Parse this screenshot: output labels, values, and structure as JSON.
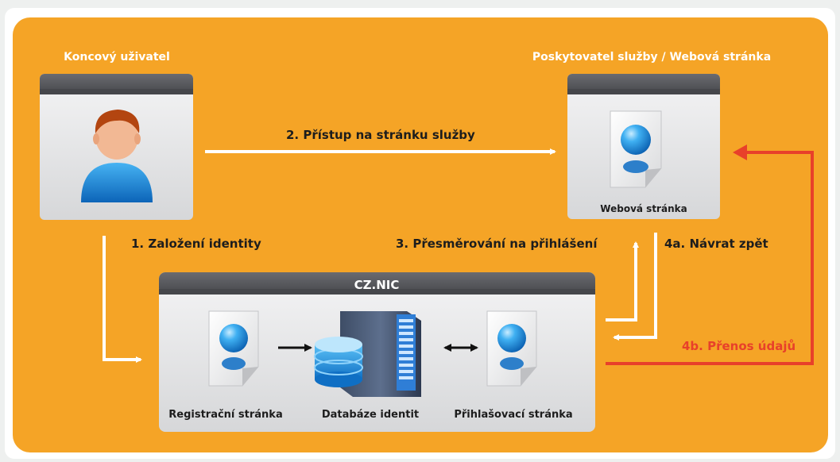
{
  "actors": {
    "end_user": "Koncový uživatel",
    "provider": "Poskytovatel služby / Webová stránka"
  },
  "provider_page_label": "Webová stránka",
  "cznic": {
    "title": "CZ.NIC",
    "registration_page": "Registrační stránka",
    "identity_db": "Databáze identit",
    "login_page": "Přihlašovací stránka"
  },
  "steps": {
    "step1": "1. Založení identity",
    "step2": "2. Přístup na stránku služby",
    "step3": "3. Přesměrování na přihlášení",
    "step4a": "4a. Návrat zpět",
    "step4b": "4b. Přenos údajů"
  },
  "colors": {
    "panel_orange": "#f5a426",
    "window_bar": "#55565a",
    "arrow_white": "#ffffff",
    "arrow_red": "#e8402a",
    "globe_blue": "#1a8fe0"
  },
  "icons": {
    "user": "user-avatar-icon",
    "web_page": "web-page-globe-icon",
    "database": "database-server-icon"
  }
}
